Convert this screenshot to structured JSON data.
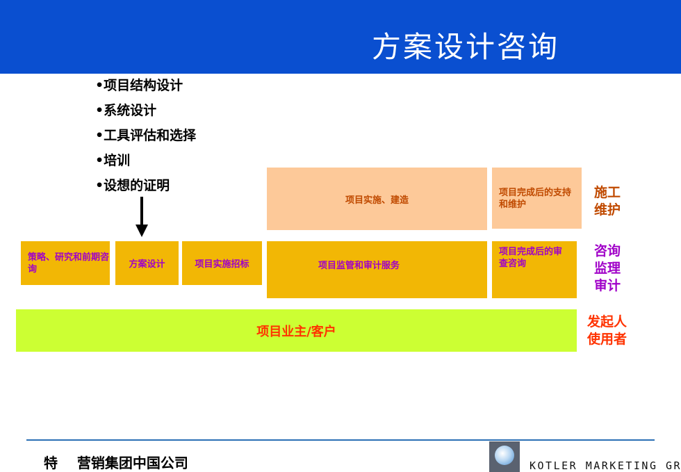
{
  "header": {
    "title": "方案设计咨询"
  },
  "bullets": [
    "•项目结构设计",
    "•系统设计",
    "•工具评估和选择",
    "•培训",
    "•设想的证明"
  ],
  "boxes": {
    "implementation_build": "项目实施、建造",
    "post_support": "项目完成后的支持和维护",
    "strategy": "策略、研究和前期咨询",
    "solution_design": "方案设计",
    "tender": "项目实施招标",
    "supervision_audit": "项目监管和审计服务",
    "post_review": "项目完成后的审查咨询",
    "owner": "项目业主/客户"
  },
  "side_labels": {
    "build": [
      "施工",
      "维护"
    ],
    "consult": [
      "咨询",
      "监理",
      "审计"
    ],
    "initiator": [
      "发起人",
      "使用者"
    ]
  },
  "footer": {
    "company": "特    营销集团中国公司",
    "logo_text": "KOTLER MARKETING GROUP"
  },
  "colors": {
    "header_bg": "#0a4fd0",
    "peach": "#fdc999",
    "gold": "#f2b705",
    "green": "#ccff33",
    "brown_text": "#c04a00",
    "purple_text": "#a000c8",
    "red_text": "#ff3300"
  }
}
